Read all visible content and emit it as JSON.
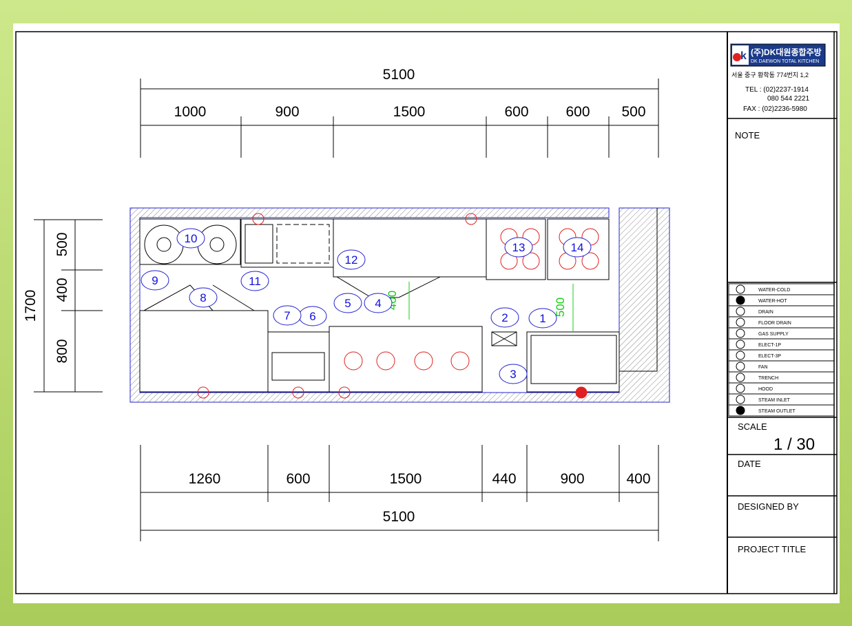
{
  "title_block": {
    "company_ko": "(주)DK대원종합주방",
    "company_en": "DK DAEWON TOTAL KITCHEN",
    "logo": "dk",
    "address": "서울 중구 황학동 774번지 1,2",
    "tel": "TEL : (02)2237-1914",
    "tel2": "080  544  2221",
    "fax": "FAX : (02)2236-5980",
    "note_label": "NOTE",
    "scale_label": "SCALE",
    "scale_value": "1 / 30",
    "date_label": "DATE",
    "designed_by_label": "DESIGNED BY",
    "project_title_label": "PROJECT TITLE"
  },
  "legend": [
    "WATER-COLD",
    "WATER-HOT",
    "DRAIN",
    "FLOOR DRAIN",
    "GAS SUPPLY",
    "ELECT-1P",
    "ELECT-3P",
    "FAN",
    "TRENCH",
    "HOOD",
    "STEAM INLET",
    "STEAM OUTLET"
  ],
  "dimensions": {
    "top_total": "5100",
    "top": [
      "1000",
      "900",
      "1500",
      "600",
      "600",
      "500"
    ],
    "bottom": [
      "1260",
      "600",
      "1500",
      "440",
      "900",
      "400"
    ],
    "bottom_total": "5100",
    "left_total": "1700",
    "left": [
      "500",
      "400",
      "800"
    ],
    "clear_a": "400",
    "clear_b": "500"
  },
  "items": [
    "1",
    "2",
    "3",
    "4",
    "5",
    "6",
    "7",
    "8",
    "9",
    "10",
    "11",
    "12",
    "13",
    "14"
  ]
}
